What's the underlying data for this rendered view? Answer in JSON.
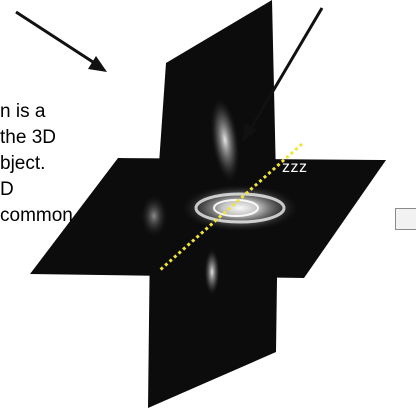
{
  "figure": {
    "left_text_lines": [
      "n is a",
      "the 3D",
      "bject.",
      "D",
      "common"
    ],
    "axis_label": "zzz"
  },
  "colors": {
    "background": "#ffffff",
    "plane_dark": "#0c0c0c",
    "arrow": "#111111",
    "dashed_axis": "#f2e33a",
    "axis_label_text": "#ffffff",
    "side_box_border": "#8a8a8a",
    "side_box_fill": "#f2f2f2"
  }
}
